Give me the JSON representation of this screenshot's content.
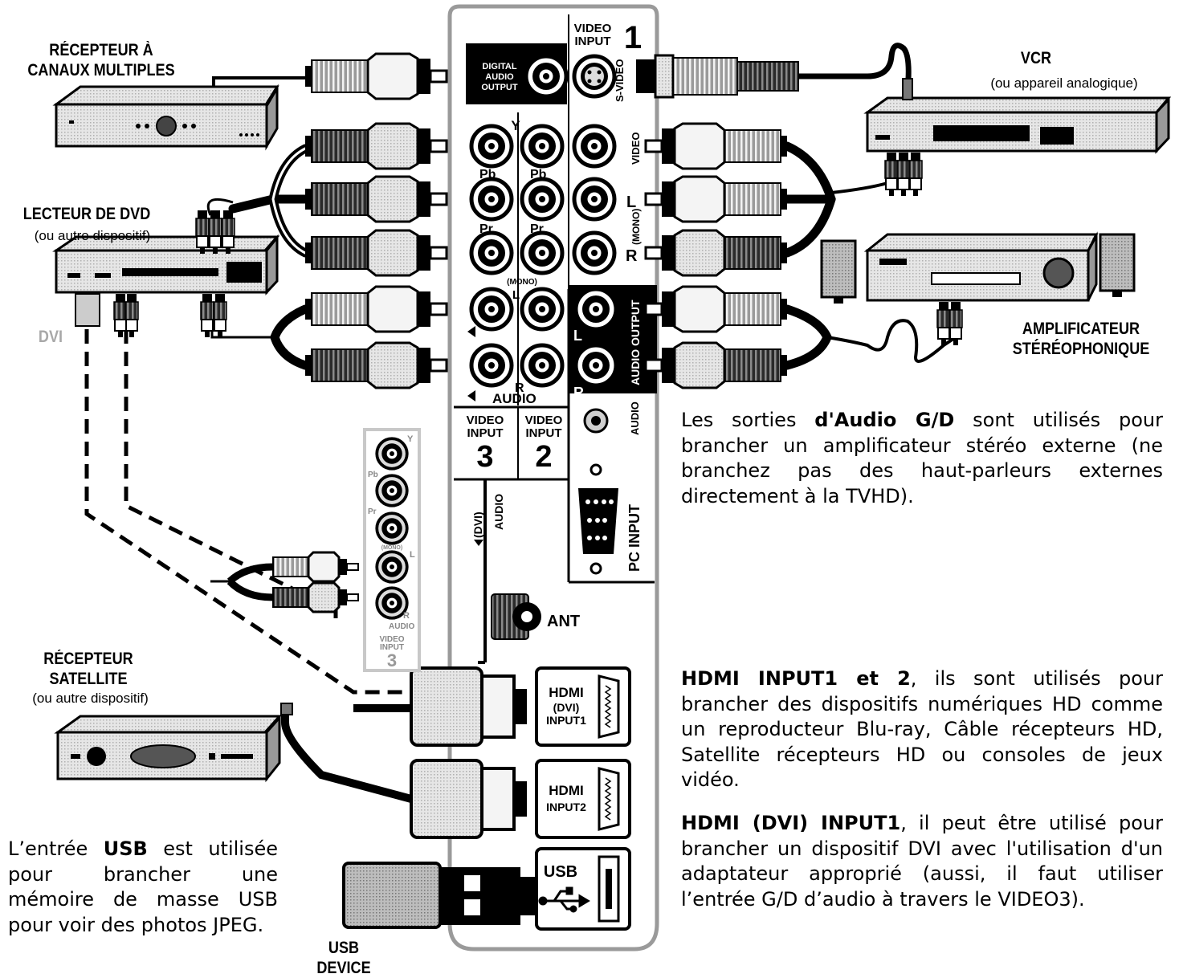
{
  "devices": {
    "multichannel_receiver": {
      "line1": "RÉCEPTEUR À",
      "line2": "CANAUX MULTIPLES"
    },
    "vcr": {
      "title": "VCR",
      "subtitle": "(ou appareil analogique)"
    },
    "dvd": {
      "title": "LECTEUR DE DVD",
      "subtitle": "(ou autre dispositif)",
      "dvi_label": "DVI"
    },
    "amplifier": {
      "line1": "AMPLIFICATEUR",
      "line2": "STÉRÉOPHONIQUE"
    },
    "satellite": {
      "line1": "RÉCEPTEUR",
      "line2": "SATELLITE",
      "subtitle": "(ou autre dispositif)"
    },
    "usb_device": {
      "title": "USB DEVICE"
    }
  },
  "panel": {
    "video_input_1": {
      "line1": "VIDEO",
      "line2": "INPUT",
      "number": "1"
    },
    "digital_audio_output": {
      "line1": "DIGITAL",
      "line2": "AUDIO",
      "line3": "OUTPUT"
    },
    "svideo": "S-VIDEO",
    "y": "Y",
    "pb": "Pb",
    "pr": "Pr",
    "mono": "(MONO)",
    "video": "VIDEO",
    "l": "L",
    "r": "R",
    "mono_vertical": "(MONO)",
    "audio_output": "AUDIO OUTPUT",
    "audio": "AUDIO",
    "video_input_3": {
      "line1": "VIDEO",
      "line2": "INPUT",
      "number": "3"
    },
    "video_input_2": {
      "line1": "VIDEO",
      "line2": "INPUT",
      "number": "2"
    },
    "audio_jack_vertical": "AUDIO",
    "dvi_vertical": "(DVI)",
    "audio_vertical": "AUDIO",
    "pc_input": "PC INPUT",
    "ant": "ANT",
    "hdmi1": {
      "logo": "HDMI",
      "line2": "(DVI)",
      "line3": "INPUT1"
    },
    "hdmi2": {
      "logo": "HDMI",
      "line2": "INPUT2"
    },
    "usb": "USB"
  },
  "inset": {
    "y": "Y",
    "pb": "Pb",
    "pr": "Pr",
    "mono": "(MONO)",
    "l": "L",
    "r": "R",
    "audio": "AUDIO",
    "line1": "VIDEO",
    "line2": "INPUT",
    "number": "3"
  },
  "texts": {
    "audio_para": {
      "pre": "Les sorties ",
      "bold": "d'Audio G/D",
      "post": " sont utilisés pour brancher un amplificateur stéréo externe (ne branchez pas des haut-parleurs externes directement à la TVHD)."
    },
    "hdmi_para": {
      "bold": "HDMI INPUT1 et 2",
      "post": ", ils sont utilisés pour brancher des dispositifs numériques HD comme un reproducteur Blu-ray, Câble récepteurs HD,  Satellite récepteurs HD ou consoles de jeux vidéo."
    },
    "dvi_para": {
      "bold": "HDMI (DVI) INPUT1",
      "post": ", il peut être utilisé pour brancher un dispositif DVI avec l'utilisation d'un adaptateur approprié (aussi, il faut utiliser l’entrée G/D d’audio à travers le VIDEO3)."
    },
    "usb_para": {
      "pre": "L’entrée ",
      "bold": "USB",
      "post": " est utilisée pour brancher une mémoire de masse USB pour voir des photos JPEG."
    }
  }
}
